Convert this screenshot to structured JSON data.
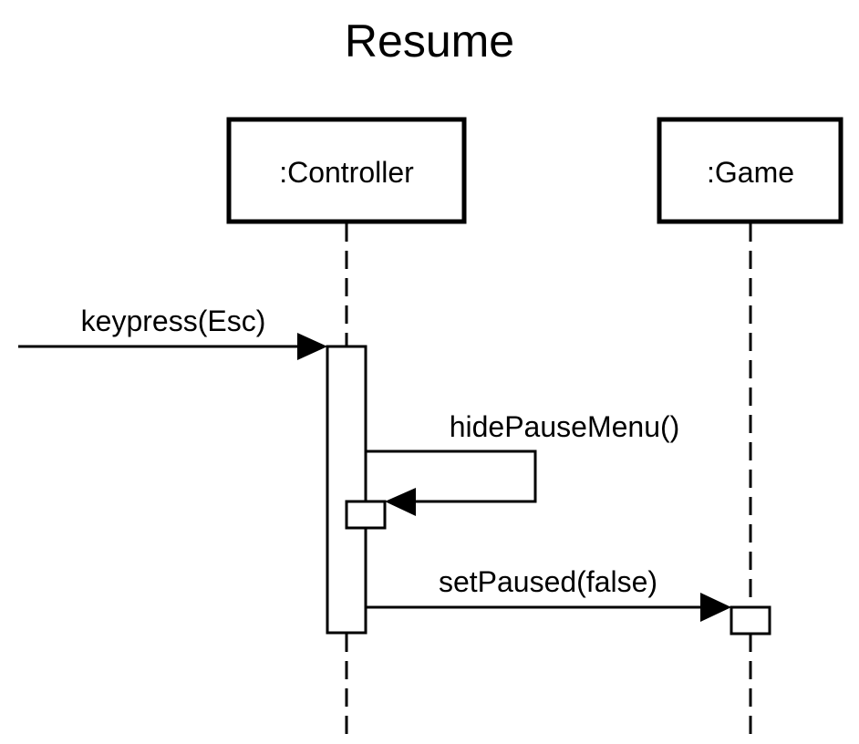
{
  "title": "Resume",
  "participants": [
    {
      "id": "controller",
      "label": ":Controller"
    },
    {
      "id": "game",
      "label": ":Game"
    }
  ],
  "messages": [
    {
      "id": "keypress",
      "label": "keypress(Esc)",
      "from": "external",
      "to": "controller"
    },
    {
      "id": "hide-pause-menu",
      "label": "hidePauseMenu()",
      "from": "controller",
      "to": "controller"
    },
    {
      "id": "set-paused",
      "label": "setPaused(false)",
      "from": "controller",
      "to": "game"
    }
  ],
  "colors": {
    "line": "#000000",
    "background": "#ffffff"
  }
}
